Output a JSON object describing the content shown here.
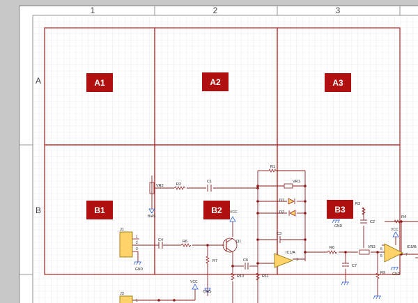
{
  "colors": {
    "workspace": "#c8c8c8",
    "sheet": "#ffffff",
    "grid": "#dcdce0",
    "region_border": "#b22222",
    "region_tag": "#b01010",
    "wire": "#8b1a1a",
    "component_fill": "#ffd36a",
    "power": "#2b5fd9"
  },
  "columns": [
    "1",
    "2",
    "3"
  ],
  "rows": [
    "A",
    "B"
  ],
  "regions": {
    "A1": "A1",
    "A2": "A2",
    "A3": "A3",
    "B1": "B1",
    "B2": "B2",
    "B3": "B3"
  },
  "parts": {
    "J1": "J1",
    "J3": "J3",
    "VR1": "VR1",
    "VR2": "VR2",
    "VR3": "VR3",
    "R1": "R1",
    "R2": "R2",
    "R3": "R3",
    "R4": "R4",
    "R6": "R6",
    "R7": "R7",
    "R9": "R9",
    "R10": "R10",
    "R11": "R11",
    "C1": "C1",
    "C2": "C2",
    "C3": "C3",
    "C4": "C4",
    "C6": "C6",
    "C7": "C7",
    "D1": "D1",
    "D2": "D2",
    "Q1": "Q1",
    "IC1A": "IC1/A",
    "IC5B": "IC5/B"
  },
  "pins": {
    "p1": "1",
    "p2": "2",
    "p3": "3",
    "p5": "5",
    "p6": "6",
    "p7": "7"
  },
  "nets": {
    "bias1": "BIAS",
    "bias2": "BIAS",
    "gnd1": "GND",
    "gnd2": "GND",
    "gnd3": "GND",
    "vcc1": "VCC",
    "vcc2": "VCC",
    "vcc3": "VCC"
  }
}
